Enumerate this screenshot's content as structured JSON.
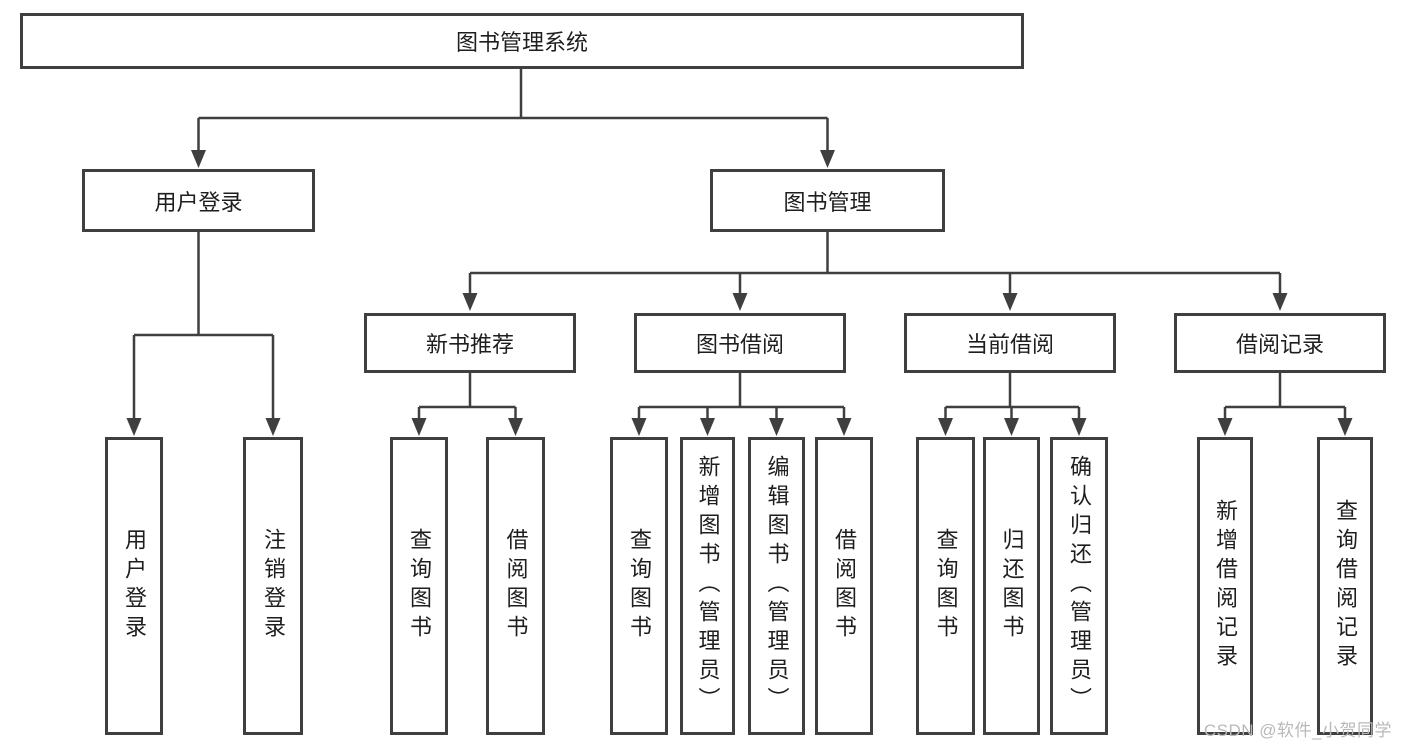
{
  "diagram": {
    "root": {
      "label": "图书管理系统"
    },
    "level2": [
      {
        "label": "用户登录"
      },
      {
        "label": "图书管理"
      }
    ],
    "level3": [
      {
        "label": "新书推荐"
      },
      {
        "label": "图书借阅"
      },
      {
        "label": "当前借阅"
      },
      {
        "label": "借阅记录"
      }
    ],
    "leaves": [
      {
        "label": "用户登录"
      },
      {
        "label": "注销登录"
      },
      {
        "label": "查询图书"
      },
      {
        "label": "借阅图书"
      },
      {
        "label": "查询图书"
      },
      {
        "label": "新增图书（管理员）"
      },
      {
        "label": "编辑图书（管理员）"
      },
      {
        "label": "借阅图书"
      },
      {
        "label": "查询图书"
      },
      {
        "label": "归还图书"
      },
      {
        "label": "确认归还（管理员）"
      },
      {
        "label": "新增借阅记录"
      },
      {
        "label": "查询借阅记录"
      }
    ]
  },
  "watermark": {
    "text": "CSDN @软件_小贺同学"
  },
  "colors": {
    "line": "#3f3f3f",
    "text": "#1e1e1e",
    "background": "#ffffff",
    "watermark": "#b9b9b9"
  }
}
